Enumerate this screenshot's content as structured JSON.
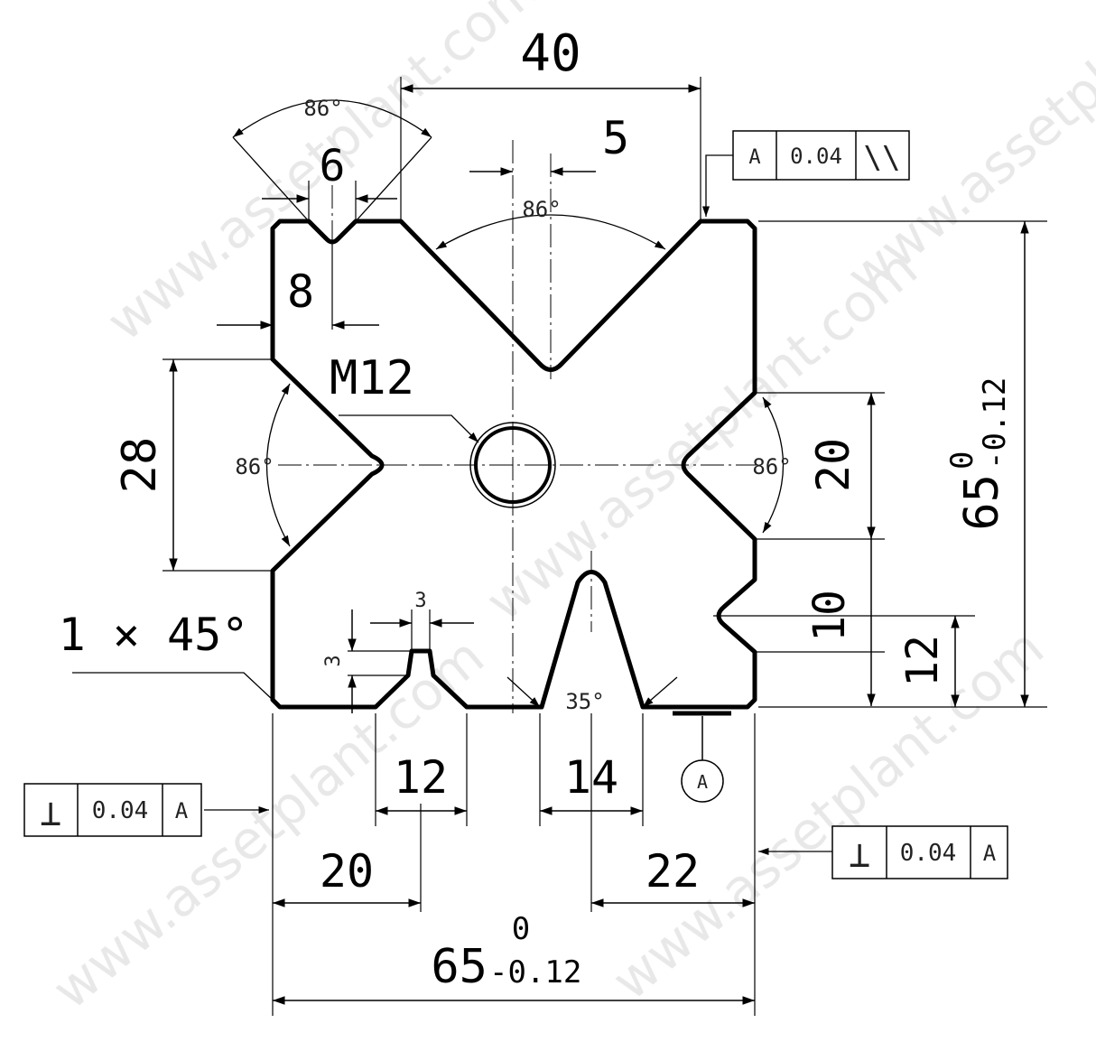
{
  "drawing": {
    "watermark": "www.assetplant.com",
    "dims": {
      "top_width": "40",
      "groove_small_width": "6",
      "top_offset": "5",
      "depth_8": "8",
      "thread": "M12",
      "left_height": "28",
      "right_height_20": "20",
      "right_height_10": "10",
      "right_height_12": "12",
      "chamfer": "1 × 45°",
      "slot_width_3": "3",
      "slot_depth_3": "3",
      "bottom_12": "12",
      "bottom_14": "14",
      "bottom_20": "20",
      "bottom_22": "22",
      "overall_width": "65",
      "overall_width_upper_tol": "0",
      "overall_width_lower_tol": "-0.12",
      "overall_height": "65",
      "overall_height_upper_tol": "0",
      "overall_height_lower_tol": "-0.12"
    },
    "angles": {
      "top_small_v": "86°",
      "top_big_v": "86°",
      "left_v": "86°",
      "right_v": "86°",
      "bottom_v": "35°"
    },
    "datum_label": "A",
    "tolerance_frames": {
      "parallelism": {
        "datum": "A",
        "value": "0.04",
        "symbol": "\\\\"
      },
      "perp_left": {
        "symbol": "⊥",
        "value": "0.04",
        "datum": "A"
      },
      "perp_right": {
        "symbol": "⊥",
        "value": "0.04",
        "datum": "A"
      }
    }
  }
}
